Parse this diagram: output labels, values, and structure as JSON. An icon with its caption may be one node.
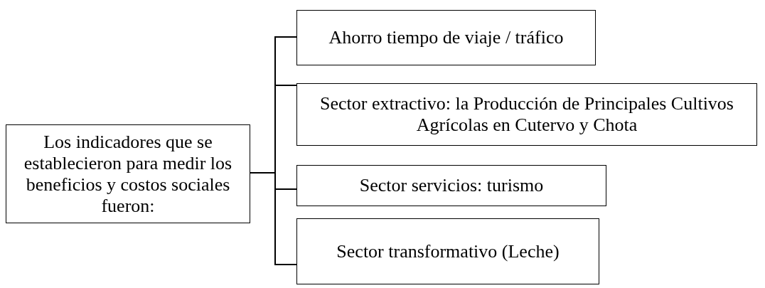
{
  "diagram": {
    "nodes": [
      {
        "text": [
          "Los indicadores que se establecieron para medir los beneficios y costos sociales fueron:"
        ]
      },
      {
        "text": [
          "Ahorro tiempo de viaje / tráfico"
        ]
      },
      {
        "text": [
          "Sector extractivo: la Producción de Principales Cultivos Agrícolas en Cutervo y Chota"
        ]
      },
      {
        "text": [
          "Sector servicios: turismo"
        ]
      },
      {
        "text": [
          "Sector transformativo (Leche)"
        ]
      }
    ],
    "edges": [
      {
        "from": 0,
        "to": 1,
        "arrow": "none"
      },
      {
        "from": 0,
        "to": 2,
        "arrow": "none"
      },
      {
        "from": 0,
        "to": 3,
        "arrow": "none"
      },
      {
        "from": 0,
        "to": 4,
        "arrow": "none"
      }
    ]
  }
}
